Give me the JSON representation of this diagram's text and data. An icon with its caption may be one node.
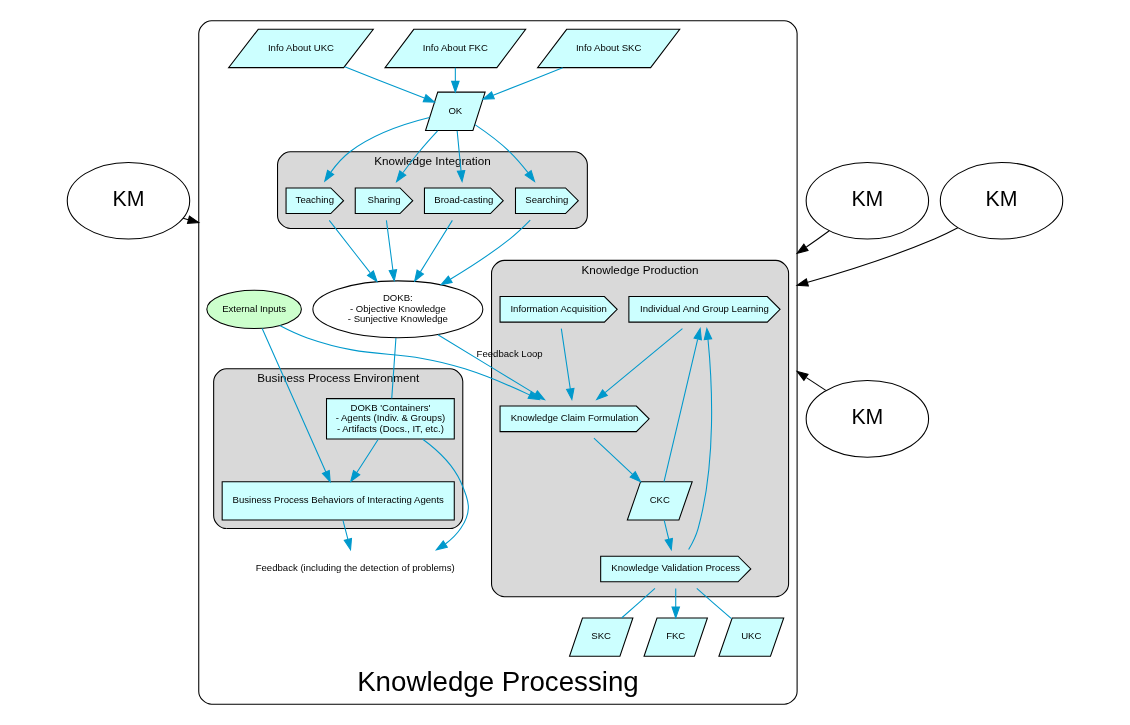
{
  "diagram": {
    "nodes": [
      {
        "text": [
          "KM"
        ]
      },
      {
        "text": [
          "KM"
        ]
      },
      {
        "text": [
          "KM"
        ]
      },
      {
        "text": [
          "KM"
        ]
      },
      {
        "text": [
          "Knowledge Processing"
        ]
      },
      {
        "text": [
          "Knowledge Production"
        ],
        "in": 4
      },
      {
        "text": [
          "Individual And Group Learning"
        ],
        "in": 5
      },
      {
        "text": [
          "Knowledge Claim Formulation"
        ],
        "in": 5
      },
      {
        "text": [
          "Information Acquisition"
        ],
        "in": 5
      },
      {
        "text": [
          "CKC"
        ],
        "in": 5
      },
      {
        "text": [
          "Knowledge Validation Process"
        ],
        "in": 5
      },
      {
        "text": [
          "Info About SKC"
        ],
        "in": 4
      },
      {
        "text": [
          "SKC"
        ],
        "in": 4
      },
      {
        "text": [
          "Info About FKC"
        ],
        "in": 4
      },
      {
        "text": [
          "FKC"
        ],
        "in": 4
      },
      {
        "text": [
          "Info About UKC"
        ],
        "in": 4
      },
      {
        "text": [
          "UKC"
        ],
        "in": 4
      },
      {
        "text": [
          "OK"
        ],
        "in": 4
      },
      {
        "text": [
          "Knowledge Integration"
        ],
        "in": 4
      },
      {
        "text": [
          "Broad-casting"
        ],
        "in": 18
      },
      {
        "text": [
          "Searching"
        ],
        "in": 18
      },
      {
        "text": [
          "Teaching"
        ],
        "in": 18
      },
      {
        "text": [
          "Sharing"
        ],
        "in": 18
      },
      {
        "text": [
          "DOKB:",
          "- Objective Knowledge",
          "- Sunjective Knowledge"
        ],
        "in": 4
      },
      {
        "text": [
          "Business Process Environment"
        ],
        "in": 4
      },
      {
        "text": [
          "Business Process Behaviors of Interacting Agents"
        ],
        "in": 24
      },
      {
        "text": [
          "DOKB 'Containers'",
          "- Agents (Indiv. & Groups)",
          "- Artifacts (Docs., IT, etc.)"
        ],
        "in": 24
      },
      {
        "text": [
          "External Inputs"
        ],
        "in": 4
      },
      {
        "text": [
          "Feedback (including the detection of problems)"
        ],
        "in": 4
      }
    ],
    "edges": [
      {
        "from": 0,
        "to": 4,
        "arrow": "to",
        "color": "#000000"
      },
      {
        "from": 1,
        "to": 4,
        "arrow": "to",
        "color": "#000000"
      },
      {
        "from": 2,
        "to": 4,
        "arrow": "to",
        "color": "#000000"
      },
      {
        "from": 3,
        "to": 4,
        "arrow": "to",
        "color": "#000000"
      },
      {
        "from": 6,
        "to": 7,
        "arrow": "to"
      },
      {
        "from": 8,
        "to": 7,
        "arrow": "to"
      },
      {
        "from": 7,
        "to": 9,
        "arrow": "to"
      },
      {
        "from": 9,
        "to": 10,
        "arrow": "to"
      },
      {
        "from": 9,
        "to": 6,
        "arrow": "to"
      },
      {
        "from": 10,
        "to": 6,
        "arrow": "to"
      },
      {
        "from": 10,
        "to": 12,
        "arrow": "none"
      },
      {
        "from": 10,
        "to": 14,
        "arrow": "to"
      },
      {
        "from": 10,
        "to": 16,
        "arrow": "none"
      },
      {
        "from": 11,
        "to": 17,
        "arrow": "to"
      },
      {
        "from": 13,
        "to": 17,
        "arrow": "to"
      },
      {
        "from": 15,
        "to": 17,
        "arrow": "to"
      },
      {
        "from": 17,
        "to": 19,
        "arrow": "to"
      },
      {
        "from": 17,
        "to": 20,
        "arrow": "to"
      },
      {
        "from": 17,
        "to": 21,
        "arrow": "to"
      },
      {
        "from": 17,
        "to": 22,
        "arrow": "to"
      },
      {
        "from": 19,
        "to": 23,
        "arrow": "to"
      },
      {
        "from": 20,
        "to": 23,
        "arrow": "to"
      },
      {
        "from": 21,
        "to": 23,
        "arrow": "to"
      },
      {
        "from": 22,
        "to": 23,
        "arrow": "to"
      },
      {
        "from": 23,
        "to": 7,
        "arrow": "to",
        "label": "Feedback Loop"
      },
      {
        "from": 27,
        "to": 7,
        "arrow": "to"
      },
      {
        "from": 27,
        "to": 25,
        "arrow": "to"
      },
      {
        "from": 23,
        "to": 26,
        "arrow": "none"
      },
      {
        "from": 26,
        "to": 25,
        "arrow": "to"
      },
      {
        "from": 25,
        "to": 28,
        "arrow": "to"
      },
      {
        "from": 26,
        "to": 28,
        "arrow": "to"
      }
    ]
  }
}
